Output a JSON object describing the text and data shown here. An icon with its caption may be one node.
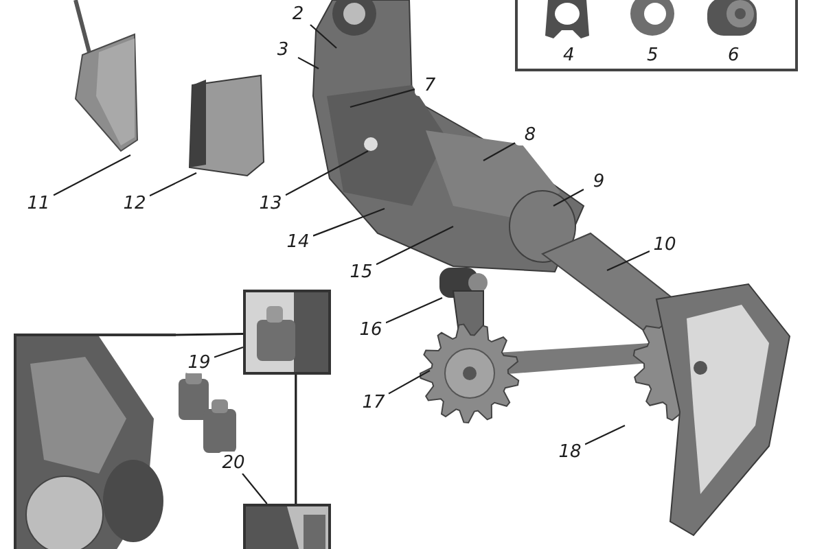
{
  "diagram": {
    "nodes": [
      {
        "text": [
          "2"
        ]
      },
      {
        "text": [
          "3"
        ]
      },
      {
        "text": [
          "7"
        ]
      },
      {
        "text": [
          "8"
        ]
      },
      {
        "text": [
          "9"
        ]
      },
      {
        "text": [
          "10"
        ]
      },
      {
        "text": [
          "11"
        ]
      },
      {
        "text": [
          "12"
        ]
      },
      {
        "text": [
          "13"
        ]
      },
      {
        "text": [
          "14"
        ]
      },
      {
        "text": [
          "15"
        ]
      },
      {
        "text": [
          "16"
        ]
      },
      {
        "text": [
          "17"
        ]
      },
      {
        "text": [
          "18"
        ]
      },
      {
        "text": [
          "19"
        ]
      },
      {
        "text": [
          "20"
        ]
      },
      {
        "text": [],
        "shape": "picture"
      },
      {
        "text": [],
        "shape": "picture"
      },
      {
        "text": [],
        "shape": "picture"
      }
    ],
    "edges": [
      {
        "from": 0,
        "to": null,
        "arrow": "none"
      },
      {
        "from": 1,
        "to": null,
        "arrow": "none"
      },
      {
        "from": 2,
        "to": null,
        "arrow": "none"
      },
      {
        "from": 3,
        "to": null,
        "arrow": "none"
      },
      {
        "from": 4,
        "to": null,
        "arrow": "none"
      },
      {
        "from": 5,
        "to": null,
        "arrow": "none"
      },
      {
        "from": 6,
        "to": null,
        "arrow": "none"
      },
      {
        "from": 7,
        "to": null,
        "arrow": "none"
      },
      {
        "from": 8,
        "to": null,
        "arrow": "none"
      },
      {
        "from": 9,
        "to": null,
        "arrow": "none"
      },
      {
        "from": 10,
        "to": null,
        "arrow": "none"
      },
      {
        "from": 11,
        "to": null,
        "arrow": "none"
      },
      {
        "from": 12,
        "to": null,
        "arrow": "none"
      },
      {
        "from": 13,
        "to": null,
        "arrow": "none"
      },
      {
        "from": 14,
        "to": 17,
        "arrow": "none"
      },
      {
        "from": 15,
        "to": 18,
        "arrow": "none"
      },
      {
        "from": 16,
        "to": 17,
        "arrow": "none"
      },
      {
        "from": 17,
        "to": 18,
        "arrow": "none"
      }
    ],
    "labels": [
      "4",
      "5",
      "6"
    ]
  }
}
